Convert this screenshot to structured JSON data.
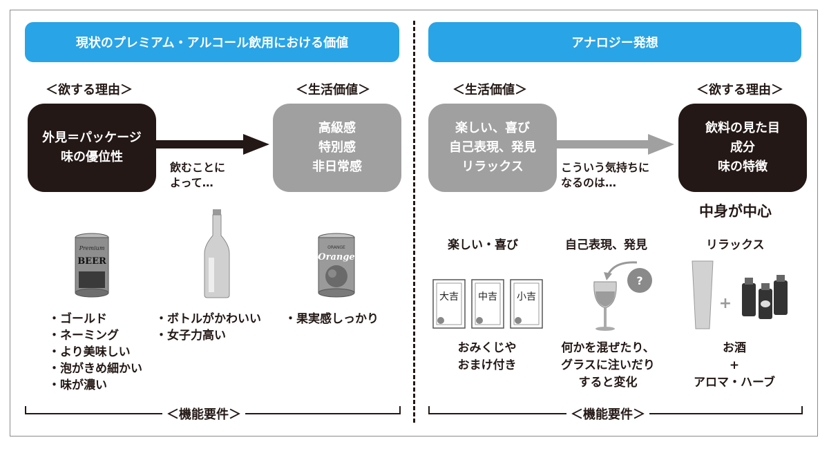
{
  "left": {
    "header": "現状のプレミアム・アルコール飲用における価値",
    "reason_label": "＜欲する理由＞",
    "value_label": "＜生活価値＞",
    "reason_box": [
      "外見＝パッケージ",
      "味の優位性"
    ],
    "value_box": [
      "高級感",
      "特別感",
      "非日常感"
    ],
    "arrow_note": [
      "飲むことに",
      "よって…"
    ],
    "beer_features": [
      "ゴールド",
      "ネーミング",
      "より美味しい",
      "泡がきめ細かい",
      "味が濃い"
    ],
    "bottle_features": [
      "ボトルがかわいい",
      "女子力高い"
    ],
    "orange_features": [
      "果実感しっかり"
    ],
    "beer_can": {
      "text_top": "Premium",
      "text_main": "BEER"
    },
    "orange_can": {
      "text_top": "ORANGE",
      "text_main": "Orange"
    },
    "bracket": "＜機能要件＞"
  },
  "right": {
    "header": "アナロジー発想",
    "value_label": "＜生活価値＞",
    "reason_label": "＜欲する理由＞",
    "value_box": [
      "楽しい、喜び",
      "自己表現、発見",
      "リラックス"
    ],
    "reason_box": [
      "飲料の見た目",
      "成分",
      "味の特徴"
    ],
    "arrow_note": [
      "こういう気持ちに",
      "なるのは…"
    ],
    "center_note": "中身が中心",
    "categories": [
      "楽しい・喜び",
      "自己表現、発見",
      "リラックス"
    ],
    "omikuji": [
      "大吉",
      "中吉",
      "小吉"
    ],
    "question_mark": "?",
    "plus": "+",
    "captions": [
      [
        "おみくじや",
        "おまけ付き"
      ],
      [
        "何かを混ぜたり、",
        "グラスに注いだり",
        "すると変化"
      ],
      [
        "お酒",
        "+",
        "アロマ・ハーブ"
      ]
    ],
    "bracket": "＜機能要件＞"
  },
  "colors": {
    "header_blue": "#29a4e6",
    "dark_box": "#231815",
    "gray_box": "#a0a0a0"
  }
}
